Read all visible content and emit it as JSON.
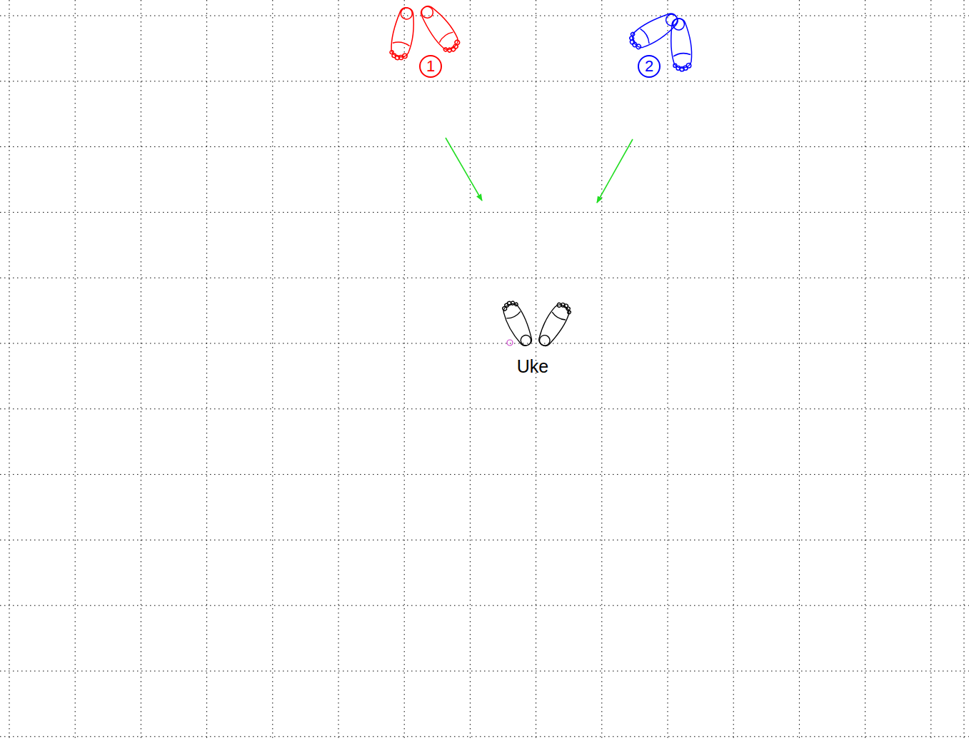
{
  "diagram": {
    "nodes": [
      {
        "text": [
          "1"
        ]
      },
      {
        "text": [
          "2"
        ]
      }
    ],
    "labels": [
      "Uke"
    ]
  }
}
